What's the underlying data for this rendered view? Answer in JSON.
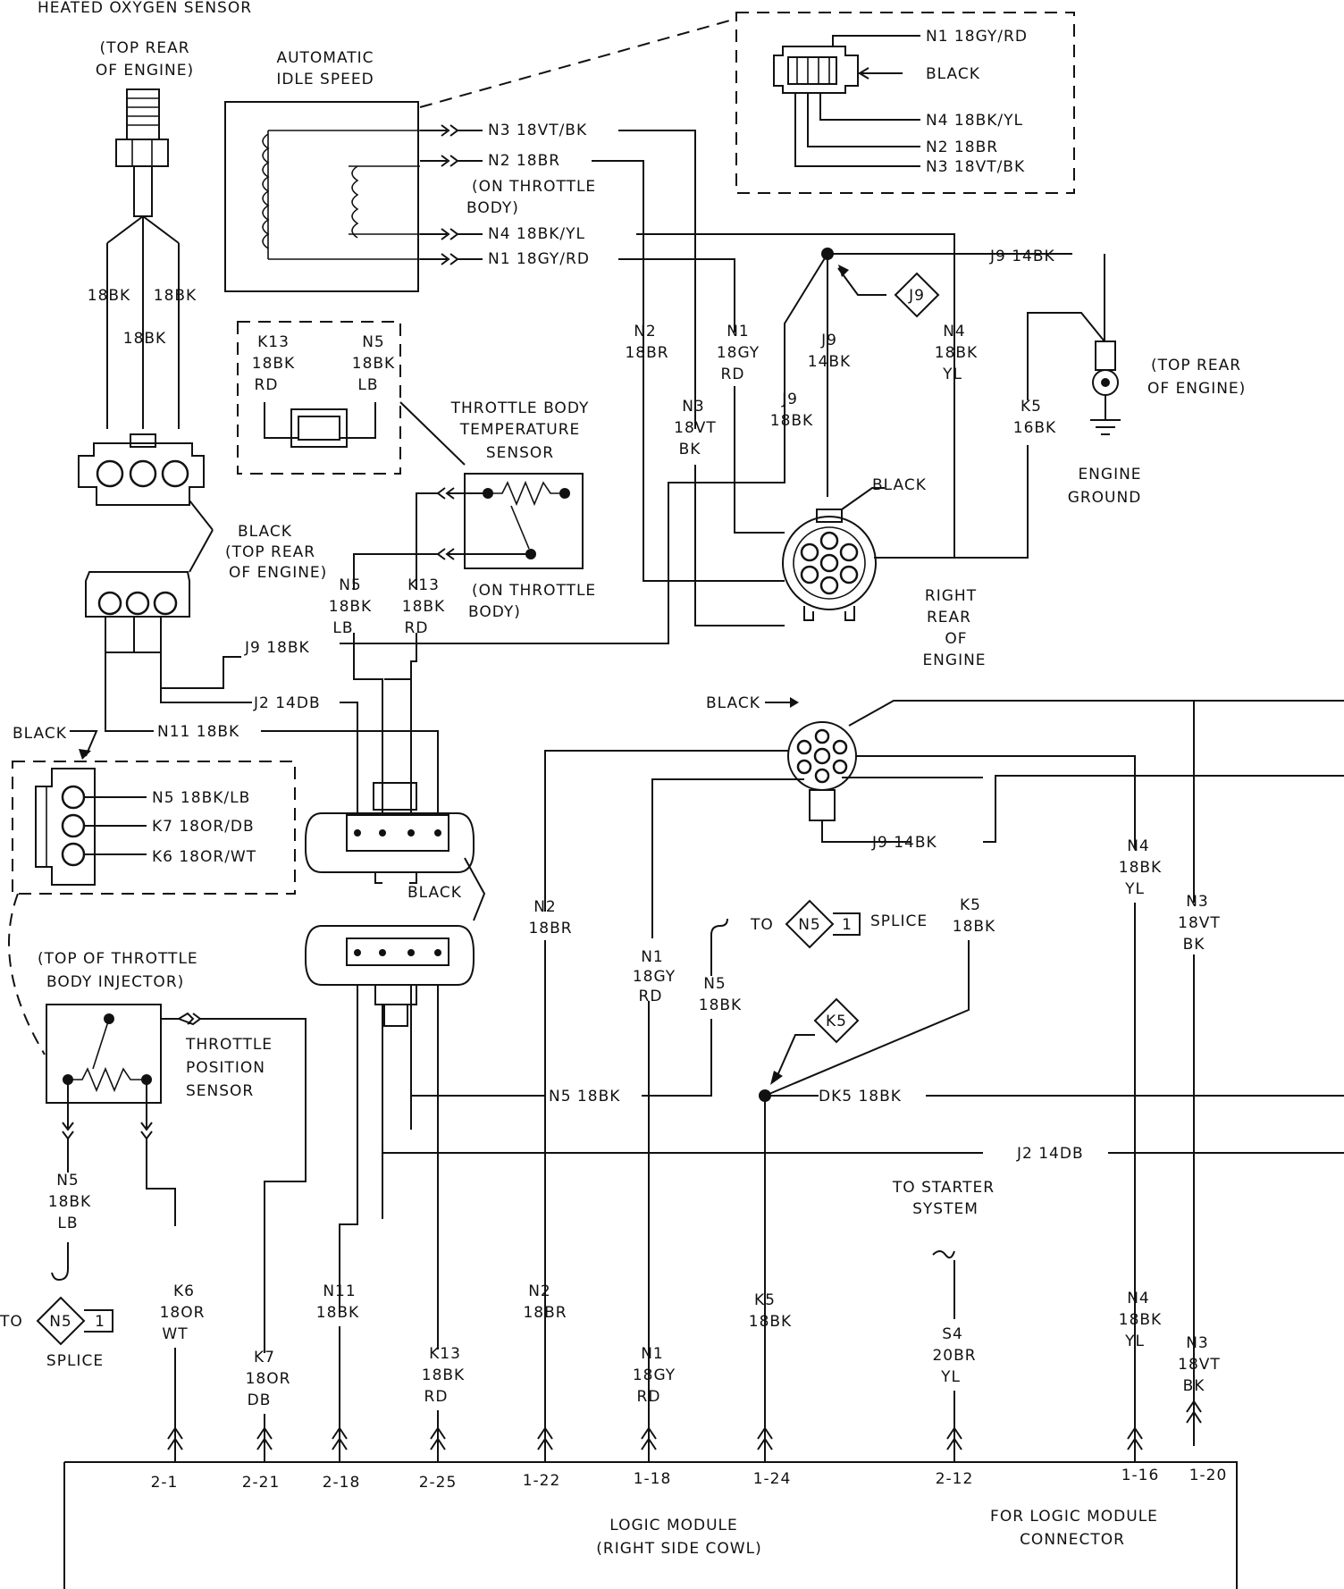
{
  "components": {
    "o2_sensor": "HEATED OXYGEN SENSOR",
    "o2_sensor_loc1": "(TOP REAR",
    "o2_sensor_loc2": "OF ENGINE)",
    "ais_title1": "AUTOMATIC",
    "ais_title2": "IDLE SPEED",
    "on_tb1": "(ON THROTTLE",
    "on_tb2": "BODY)",
    "tbts1": "THROTTLE BODY",
    "tbts2": "TEMPERATURE",
    "tbts3": "SENSOR",
    "tb_on1": "(ON THROTTLE",
    "tb_on2": "BODY)",
    "ground_loc1": "(TOP REAR",
    "ground_loc2": "OF ENGINE)",
    "engine_ground1": "ENGINE",
    "engine_ground2": "GROUND",
    "rre1": "RIGHT",
    "rre2": "REAR",
    "rre3": "OF",
    "rre4": "ENGINE",
    "top_tbi1": "(TOP OF THROTTLE",
    "top_tbi2": "BODY INJECTOR)",
    "tps1": "THROTTLE",
    "tps2": "POSITION",
    "tps3": "SENSOR",
    "starter1": "TO STARTER",
    "starter2": "SYSTEM",
    "module1": "LOGIC MODULE",
    "module2": "(RIGHT SIDE COWL)",
    "module_note1": "FOR LOGIC MODULE",
    "module_note2": "CONNECTOR",
    "black_a": "BLACK",
    "black_b": "BLACK",
    "black_c": "BLACK",
    "black_d": "BLACK",
    "black_e": "BLACK",
    "black_f": "BLACK",
    "top_rear_b1": "(TOP REAR",
    "top_rear_b2": "OF ENGINE)",
    "splice_label": "SPLICE",
    "to_label": "TO",
    "to_label2": "TO",
    "splice_label2": "SPLICE",
    "splice_num": "1",
    "splice_num2": "1"
  },
  "markers": {
    "j9": "J9",
    "k5": "K5",
    "n5a": "N5",
    "n5b": "N5"
  },
  "inset_wires": {
    "w1": "N1 18GY/RD",
    "w2": "BLACK",
    "w3": "N4 18BK/YL",
    "w4": "N2 18BR",
    "w5": "N3 18VT/BK"
  },
  "ais_wires": {
    "n3": "N3 18VT/BK",
    "n2": "N2 18BR",
    "n4": "N4 18BK/YL",
    "n1": "N1 18GY/RD"
  },
  "wire_labels": {
    "o2_left": "18BK",
    "o2_right": "18BK",
    "o2_mid": "18BK",
    "k13_a1": "K13",
    "k13_a2": "18BK",
    "k13_a3": "RD",
    "n5_a1": "N5",
    "n5_a2": "18BK",
    "n5_a3": "LB",
    "n2_v1": "N2",
    "n2_v2": "18BR",
    "n1_v1": "N1",
    "n1_v2": "18GY",
    "n1_v3": "RD",
    "n3_v1": "N3",
    "n3_v2": "18VT",
    "n3_v3": "BK",
    "j9_v1": "J9",
    "j9_v2": "14BK",
    "j9_w1": "J9",
    "j9_w2": "18BK",
    "n4_v1": "N4",
    "n4_v2": "18BK",
    "n4_v3": "YL",
    "k5_v1": "K5",
    "k5_v2": "16BK",
    "j9_top": "J9 14BK",
    "n5_b1": "N5",
    "n5_b2": "18BK",
    "n5_b3": "LB",
    "k13_b1": "K13",
    "k13_b2": "18BK",
    "k13_b3": "RD",
    "j9_h": "J9 18BK",
    "j2_h": "J2 14DB",
    "n11_h": "N11 18BK",
    "n5_c": "N5 18BK/LB",
    "k7_c": "K7 18OR/DB",
    "k6_c": "K6 18OR/WT",
    "n2_m1": "N2",
    "n2_m2": "18BR",
    "n1_m1": "N1",
    "n1_m2": "18GY",
    "n1_m3": "RD",
    "n5_m1": "N5",
    "n5_m2": "18BK",
    "j9_m": "J9 14BK",
    "k5_m1": "K5",
    "k5_m2": "18BK",
    "n4_m1": "N4",
    "n4_m2": "18BK",
    "n4_m3": "YL",
    "n3_m1": "N3",
    "n3_m2": "18VT",
    "n3_m3": "BK",
    "n5_h2": "N5 18BK",
    "dk5_h": "DK5 18BK",
    "j2_h2": "J2 14DB",
    "n5_t1": "N5",
    "n5_t2": "18BK",
    "n5_t3": "LB",
    "k6_b1": "K6",
    "k6_b2": "18OR",
    "k6_b3": "WT",
    "k7_b1": "K7",
    "k7_b2": "18OR",
    "k7_b3": "DB",
    "n11_b1": "N11",
    "n11_b2": "18BK",
    "k13_c1": "K13",
    "k13_c2": "18BK",
    "k13_c3": "RD",
    "n2_b1": "N2",
    "n2_b2": "18BR",
    "n1_b1": "N1",
    "n1_b2": "18GY",
    "n1_b3": "RD",
    "k5_b1": "K5",
    "k5_b2": "18BK",
    "s4_b1": "S4",
    "s4_b2": "20BR",
    "s4_b3": "YL",
    "n4_b1": "N4",
    "n4_b2": "18BK",
    "n4_b3": "YL",
    "n3_b1": "N3",
    "n3_b2": "18VT",
    "n3_b3": "BK"
  },
  "pins": {
    "p1": "2-1",
    "p2": "2-21",
    "p3": "2-18",
    "p4": "2-25",
    "p5": "1-22",
    "p6": "1-18",
    "p7": "1-24",
    "p8": "2-12",
    "p9": "1-16",
    "p10": "1-20"
  }
}
